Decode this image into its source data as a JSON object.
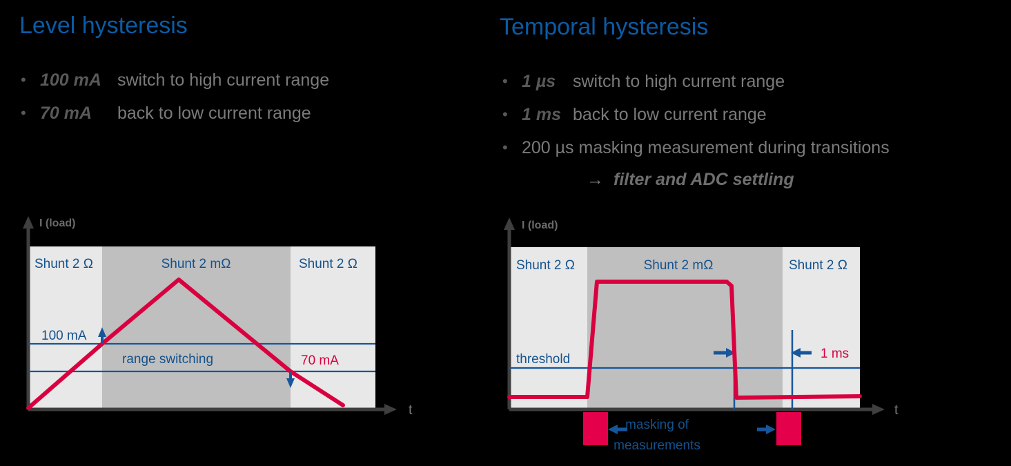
{
  "colors": {
    "background": "#000000",
    "title_blue": "#0B5BA5",
    "label_blue": "#14528C",
    "line_blue": "#17569B",
    "crimson": "#D9003F",
    "text_gray": "#6e6e6e",
    "axis_gray": "#3f3f3f",
    "band_light": "#e8e8e8",
    "band_dark": "#bfbfbf"
  },
  "left": {
    "title": "Level hysteresis",
    "bullets": [
      {
        "value": "100 mA",
        "text": "switch to high current range"
      },
      {
        "value": "70 mA",
        "text": "back to low current range"
      }
    ],
    "chart": {
      "y_axis_label": "I (load)",
      "x_axis_label": "t",
      "bands": [
        {
          "label": "Shunt 2 Ω",
          "tone": "light"
        },
        {
          "label": "Shunt 2 mΩ",
          "tone": "dark"
        },
        {
          "label": "Shunt 2 Ω",
          "tone": "light"
        }
      ],
      "threshold_upper_label": "100 mA",
      "threshold_lower_label": "70 mA",
      "center_label": "range switching",
      "up_arrow": "up-arrow",
      "down_arrow": "down-arrow"
    }
  },
  "right": {
    "title": "Temporal hysteresis",
    "bullets": [
      {
        "value": "1 µs",
        "text": "switch to high current range"
      },
      {
        "value": "1 ms",
        "text": "back to low current range"
      },
      {
        "value": "",
        "text": "200 µs masking measurement during transitions"
      }
    ],
    "subline": {
      "arrow": "→",
      "text": "filter and ADC settling"
    },
    "chart": {
      "y_axis_label": "I (load)",
      "x_axis_label": "t",
      "bands": [
        {
          "label": "Shunt 2 Ω",
          "tone": "light"
        },
        {
          "label": "Shunt 2 mΩ",
          "tone": "dark"
        },
        {
          "label": "Shunt 2 Ω",
          "tone": "light"
        }
      ],
      "threshold_label": "threshold",
      "interval_label": "1 ms",
      "masking_label_line1": "masking of",
      "masking_label_line2": "measurements"
    }
  },
  "chart_data": [
    {
      "type": "line",
      "title": "Level hysteresis",
      "xlabel": "t",
      "ylabel": "I (load)",
      "grid": false,
      "legend": "none",
      "xlim": [
        0,
        100
      ],
      "ylim": [
        0,
        100
      ],
      "annotations": [
        {
          "text": "100 mA",
          "kind": "threshold-line",
          "y": 36
        },
        {
          "text": "70 mA",
          "kind": "threshold-line",
          "y": 22
        },
        {
          "text": "range switching",
          "kind": "inline-note"
        },
        {
          "text": "Shunt 2 Ω",
          "kind": "band",
          "x_range": [
            2,
            22
          ]
        },
        {
          "text": "Shunt 2 mΩ",
          "kind": "band",
          "x_range": [
            22,
            78
          ]
        },
        {
          "text": "Shunt 2 Ω",
          "kind": "band",
          "x_range": [
            78,
            100
          ]
        }
      ],
      "series": [
        {
          "name": "I (load)",
          "color": "#D9003F",
          "x": [
            2,
            50,
            93
          ],
          "y": [
            0,
            82,
            10
          ]
        }
      ]
    },
    {
      "type": "line",
      "title": "Temporal hysteresis",
      "xlabel": "t",
      "ylabel": "I (load)",
      "grid": false,
      "legend": "none",
      "xlim": [
        0,
        100
      ],
      "ylim": [
        0,
        100
      ],
      "annotations": [
        {
          "text": "threshold",
          "kind": "threshold-line",
          "y": 24
        },
        {
          "text": "1 ms",
          "kind": "interval"
        },
        {
          "text": "masking of measurements",
          "kind": "interval"
        },
        {
          "text": "Shunt 2 Ω",
          "kind": "band",
          "x_range": [
            2,
            23
          ]
        },
        {
          "text": "Shunt 2 mΩ",
          "kind": "band",
          "x_range": [
            23,
            70
          ]
        },
        {
          "text": "Shunt 2 Ω",
          "kind": "band",
          "x_range": [
            70,
            100
          ]
        }
      ],
      "series": [
        {
          "name": "I (load)",
          "color": "#D9003F",
          "x": [
            2,
            23,
            26,
            62,
            65,
            68,
            100
          ],
          "y": [
            6,
            6,
            80,
            80,
            78,
            6,
            7
          ]
        }
      ]
    }
  ]
}
